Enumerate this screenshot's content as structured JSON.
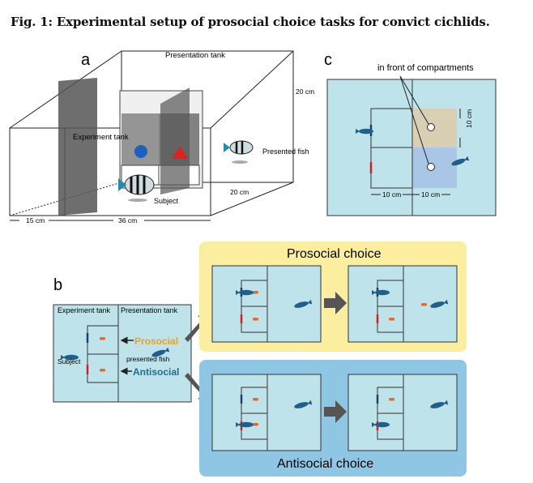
{
  "figure": {
    "title": "Fig. 1: Experimental setup of prosocial choice tasks for convict cichlids."
  },
  "panel_a": {
    "letter": "a",
    "presentation_tank": "Presentation tank",
    "experiment_tank": "Experiment tank",
    "presented_fish": "Presented fish",
    "subject": "Subject",
    "dim_height": "20 cm",
    "dim_depth": "20 cm",
    "dim_left": "15 cm",
    "dim_width": "36 cm"
  },
  "panel_c": {
    "letter": "c",
    "front_label": "in front of compartments",
    "dim_vertical": "10 cm",
    "dim_left": "10 cm",
    "dim_right": "10 cm"
  },
  "panel_b": {
    "letter": "b",
    "experiment_tank": "Experiment tank",
    "presentation_tank": "Presentation tank",
    "subject": "Subject",
    "prosocial": "Prosocial",
    "presented_fish": "presented fish",
    "antisocial": "Antisocial",
    "prosocial_choice": "Prosocial choice",
    "antisocial_choice": "Antisocial choice"
  },
  "colors": {
    "water": "#bfe3ea",
    "yellow_box": "#fbeea0",
    "blue_box": "#8fc6e4",
    "prosocial_text": "#f0a020",
    "antisocial_text": "#1c6e8c",
    "fish": "#1f5f8a",
    "food": "#e06a30",
    "red_marker": "#cc2222",
    "arrow": "#555555"
  }
}
